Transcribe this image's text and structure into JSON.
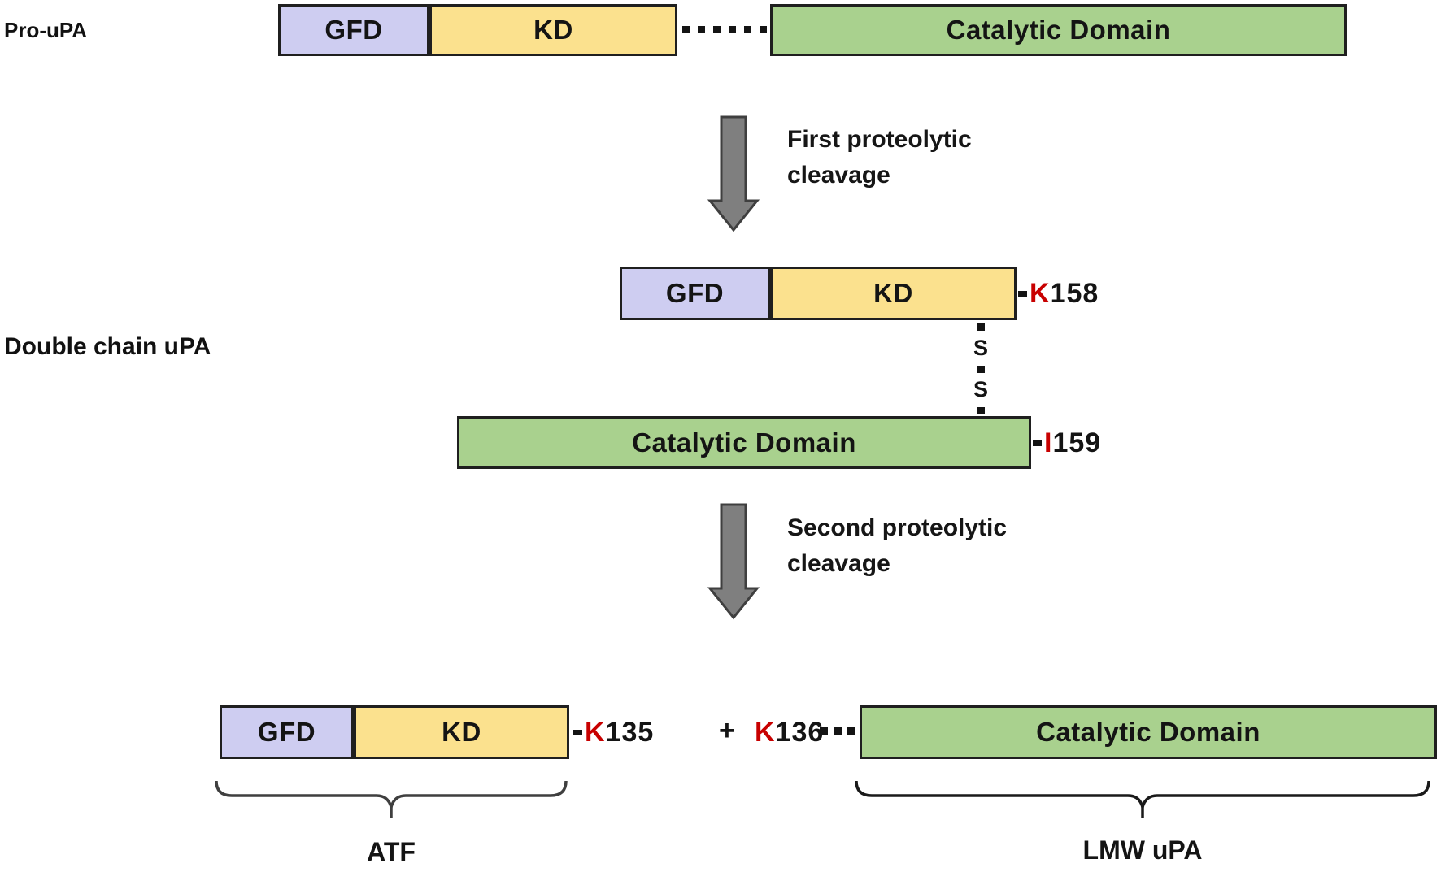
{
  "diagram_title": "Pro-uPA proteolytic cleavage diagram",
  "colors": {
    "gfd_fill": "#cecdf1",
    "kd_fill": "#fbe18e",
    "catalytic_fill": "#a9d18e",
    "arrow_fill": "#7f7f7f",
    "arrow_stroke": "#3f3f3f",
    "residue_red": "#c80000",
    "box_border": "#1f1f1f"
  },
  "stage1": {
    "label": "Pro-uPA",
    "gfd": "GFD",
    "kd": "KD",
    "catalytic": "Catalytic Domain"
  },
  "cleavage1": {
    "text": "First proteolytic cleavage"
  },
  "stage2": {
    "label": "Double chain uPA",
    "gfd": "GFD",
    "kd": "KD",
    "residue_top_letter": "K",
    "residue_top_number": "158",
    "disulfide": [
      "S",
      "S"
    ],
    "catalytic": "Catalytic Domain",
    "residue_bottom_letter": "I",
    "residue_bottom_number": "159"
  },
  "cleavage2": {
    "text": "Second proteolytic cleavage"
  },
  "stage3": {
    "gfd": "GFD",
    "kd": "KD",
    "residue_left_letter": "K",
    "residue_left_number": "135",
    "plus": "+",
    "residue_right_letter": "K",
    "residue_right_number": "136",
    "catalytic": "Catalytic Domain",
    "atf_label": "ATF",
    "lmw_label": "LMW uPA"
  }
}
